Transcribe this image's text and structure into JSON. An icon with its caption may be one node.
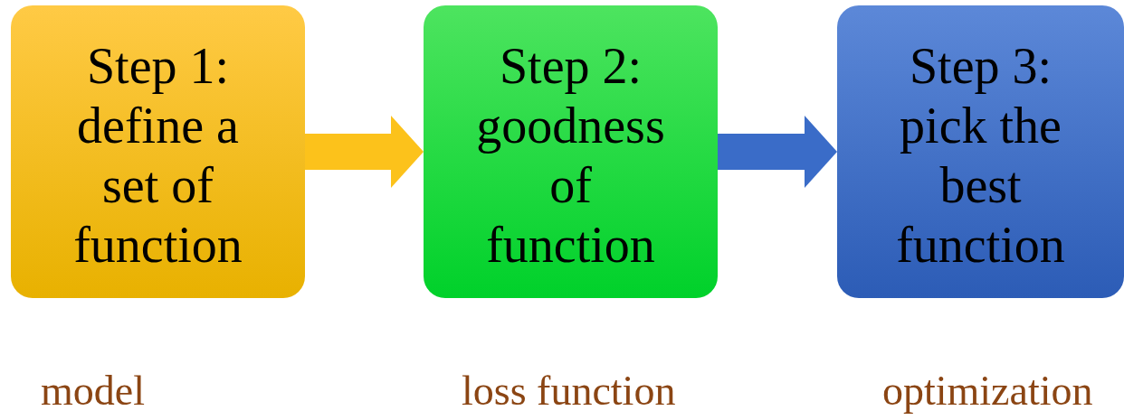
{
  "diagram": {
    "nodes": [
      {
        "text": [
          "Step 1: define a set of function"
        ],
        "beside": [
          "model"
        ]
      },
      {
        "text": [
          "Step 2: goodness of function"
        ],
        "beside": [
          "loss function"
        ]
      },
      {
        "text": [
          "Step 3: pick the best function"
        ],
        "beside": [
          "optimization"
        ]
      }
    ],
    "edges": [
      {
        "from": 0,
        "to": 1,
        "arrow": "to",
        "color": "#fcc21b"
      },
      {
        "from": 1,
        "to": 2,
        "arrow": "to",
        "color": "#3a6cc8"
      }
    ]
  }
}
